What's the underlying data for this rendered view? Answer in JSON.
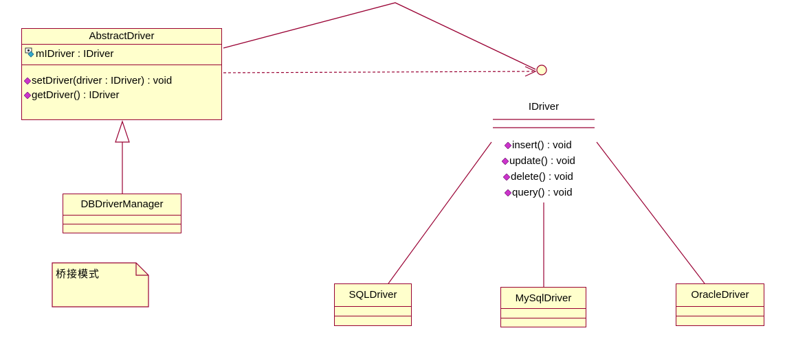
{
  "abstract_driver": {
    "name": "AbstractDriver",
    "attribute": "mIDriver : IDriver",
    "operations": [
      "setDriver(driver : IDriver) : void",
      "getDriver() : IDriver"
    ]
  },
  "db_driver_manager": {
    "name": "DBDriverManager"
  },
  "note": {
    "text": "桥接模式"
  },
  "idriver": {
    "name": "IDriver",
    "operations": [
      "insert() : void",
      "update() : void",
      "delete() : void",
      "query() : void"
    ]
  },
  "sql_driver": {
    "name": "SQLDriver"
  },
  "mysql_driver": {
    "name": "MySqlDriver"
  },
  "oracle_driver": {
    "name": "OracleDriver"
  },
  "colors": {
    "border": "#990033",
    "fill": "#ffffcc",
    "operation_icon": "#cc33cc",
    "attribute_icon": "#33aacc"
  },
  "icons": {
    "attribute": "protected-attribute-icon",
    "operation": "public-operation-icon"
  }
}
